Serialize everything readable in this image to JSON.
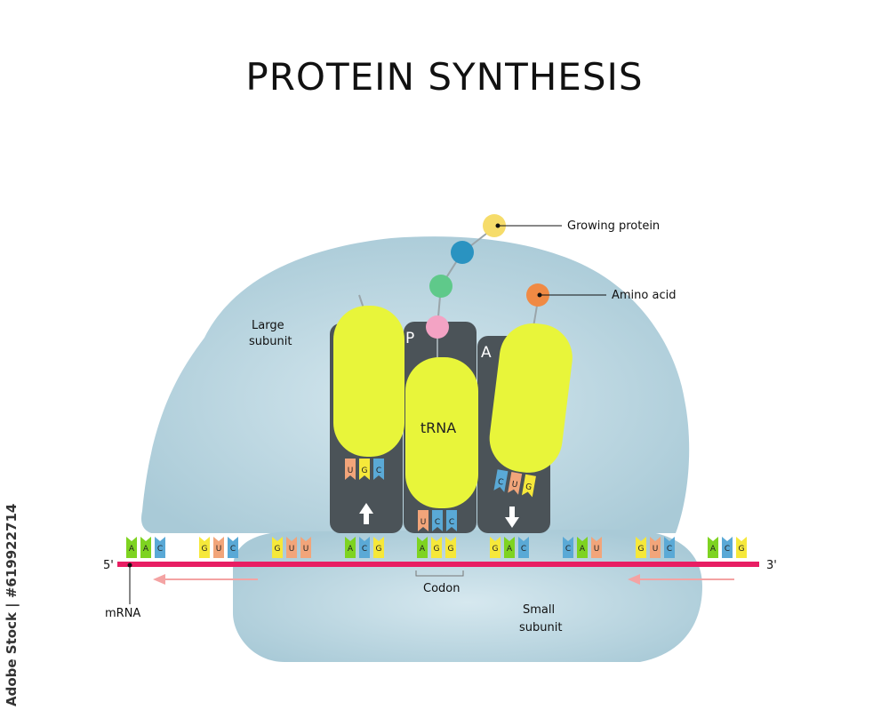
{
  "title": "PROTEIN SYNTHESIS",
  "stock_caption": "Adobe Stock | #619922714",
  "labels": {
    "growing_protein": "Growing protein",
    "amino_acid": "Amino acid",
    "large_subunit_line1": "Large",
    "large_subunit_line2": "subunit",
    "small_subunit_line1": "Small",
    "small_subunit_line2": "subunit",
    "trna": "tRNA",
    "site_p": "P",
    "site_a": "A",
    "mrna": "mRNA",
    "codon": "Codon",
    "five_prime": "5'",
    "three_prime": "3'"
  },
  "mrna_codons": [
    [
      "A",
      "A",
      "C"
    ],
    [
      "G",
      "U",
      "C"
    ],
    [
      "G",
      "U",
      "U"
    ],
    [
      "A",
      "C",
      "G"
    ],
    [
      "A",
      "G",
      "G"
    ],
    [
      "G",
      "A",
      "C"
    ],
    [
      "C",
      "A",
      "U"
    ],
    [
      "G",
      "U",
      "C"
    ],
    [
      "A",
      "C",
      "G"
    ]
  ],
  "trna_left_anticodon": [
    "U",
    "G",
    "C"
  ],
  "trna_middle_anticodon": [
    "U",
    "C",
    "C"
  ],
  "trna_right_anticodon": [
    "C",
    "U",
    "G"
  ],
  "colors": {
    "A": "#7ed321",
    "C": "#5aa9d6",
    "G": "#f6e83a",
    "U": "#f2a57a",
    "ribosome": "#b7d4df",
    "trna": "#e8f53a",
    "site_block": "#4b5358",
    "mrna_strand": "#e81e63",
    "arrow": "#f4a3a3",
    "amino_growing": "#f6dc6a",
    "amino_blue": "#2a93c1",
    "amino_green": "#5fc98a",
    "amino_pink": "#f3a3c4",
    "amino_acid": "#f08a44"
  }
}
